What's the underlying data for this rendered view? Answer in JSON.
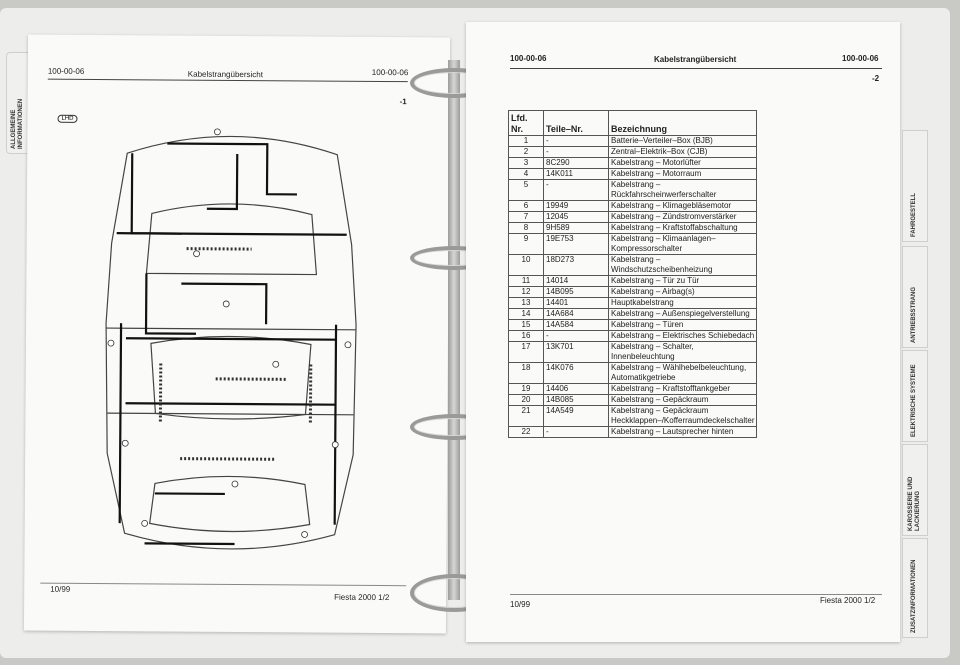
{
  "left_page": {
    "header_left": "100-00-06",
    "header_center": "Kabelstrangübersicht",
    "header_right": "100-00-06",
    "page_marker": "-1",
    "lhd_badge": "LHD",
    "footer_left": "10/99",
    "footer_right": "Fiesta 2000 1/2"
  },
  "right_page": {
    "header_left": "100-00-06",
    "header_center": "Kabelstrangübersicht",
    "header_right": "100-00-06",
    "page_marker": "-2",
    "footer_left": "10/99",
    "footer_right": "Fiesta 2000 1/2"
  },
  "section_tabs": {
    "left_tab": "ALLGEMEINE INFORMATIONEN",
    "right_tabs": [
      "FAHRGESTELL",
      "ANTRIEBSSTRANG",
      "ELEKTRISCHE SYSTEME",
      "KAROSSERIE UND LACKIERUNG",
      "ZUSATZINFORMATIONEN"
    ]
  },
  "table": {
    "headers": [
      "Lfd. Nr.",
      "Teile–Nr.",
      "Bezeichnung"
    ],
    "rows": [
      {
        "nr": "1",
        "teil": "-",
        "bez": "Batterie–Verteiler–Box (BJB)"
      },
      {
        "nr": "2",
        "teil": "-",
        "bez": "Zentral–Elektrik–Box (CJB)"
      },
      {
        "nr": "3",
        "teil": "8C290",
        "bez": "Kabelstrang – Motorlüfter"
      },
      {
        "nr": "4",
        "teil": "14K011",
        "bez": "Kabelstrang – Motorraum"
      },
      {
        "nr": "5",
        "teil": "-",
        "bez": "Kabelstrang – Rückfahrscheinwerferschalter"
      },
      {
        "nr": "6",
        "teil": "19949",
        "bez": "Kabelstrang – Klimagebläsemotor"
      },
      {
        "nr": "7",
        "teil": "12045",
        "bez": "Kabelstrang – Zündstromverstärker"
      },
      {
        "nr": "8",
        "teil": "9H589",
        "bez": "Kabelstrang – Kraftstoffabschaltung"
      },
      {
        "nr": "9",
        "teil": "19E753",
        "bez": "Kabelstrang – Klimaanlagen–Kompressorschalter"
      },
      {
        "nr": "10",
        "teil": "18D273",
        "bez": "Kabelstrang – Windschutzscheibenheizung"
      },
      {
        "nr": "11",
        "teil": "14014",
        "bez": "Kabelstrang – Tür zu Tür"
      },
      {
        "nr": "12",
        "teil": "14B095",
        "bez": "Kabelstrang – Airbag(s)"
      },
      {
        "nr": "13",
        "teil": "14401",
        "bez": "Hauptkabelstrang"
      },
      {
        "nr": "14",
        "teil": "14A684",
        "bez": "Kabelstrang – Außenspiegelverstellung"
      },
      {
        "nr": "15",
        "teil": "14A584",
        "bez": "Kabelstrang – Türen"
      },
      {
        "nr": "16",
        "teil": "-",
        "bez": "Kabelstrang – Elektrisches Schiebedach"
      },
      {
        "nr": "17",
        "teil": "13K701",
        "bez": "Kabelstrang – Schalter, Innenbeleuchtung"
      },
      {
        "nr": "18",
        "teil": "14K076",
        "bez": "Kabelstrang – Wählhebelbeleuchtung, Automatikgetriebe"
      },
      {
        "nr": "19",
        "teil": "14406",
        "bez": "Kabelstrang – Kraftstofftankgeber"
      },
      {
        "nr": "20",
        "teil": "14B085",
        "bez": "Kabelstrang – Gepäckraum"
      },
      {
        "nr": "21",
        "teil": "14A549",
        "bez": "Kabelstrang – Gepäckraum Heckklappen–/Kofferraumdeckelschalter"
      },
      {
        "nr": "22",
        "teil": "-",
        "bez": "Kabelstrang – Lautsprecher hinten"
      }
    ]
  },
  "colors": {
    "paper": "#fafaf8",
    "ink": "#222222",
    "binder": "#ededeb",
    "ring": "#9a9a98"
  }
}
